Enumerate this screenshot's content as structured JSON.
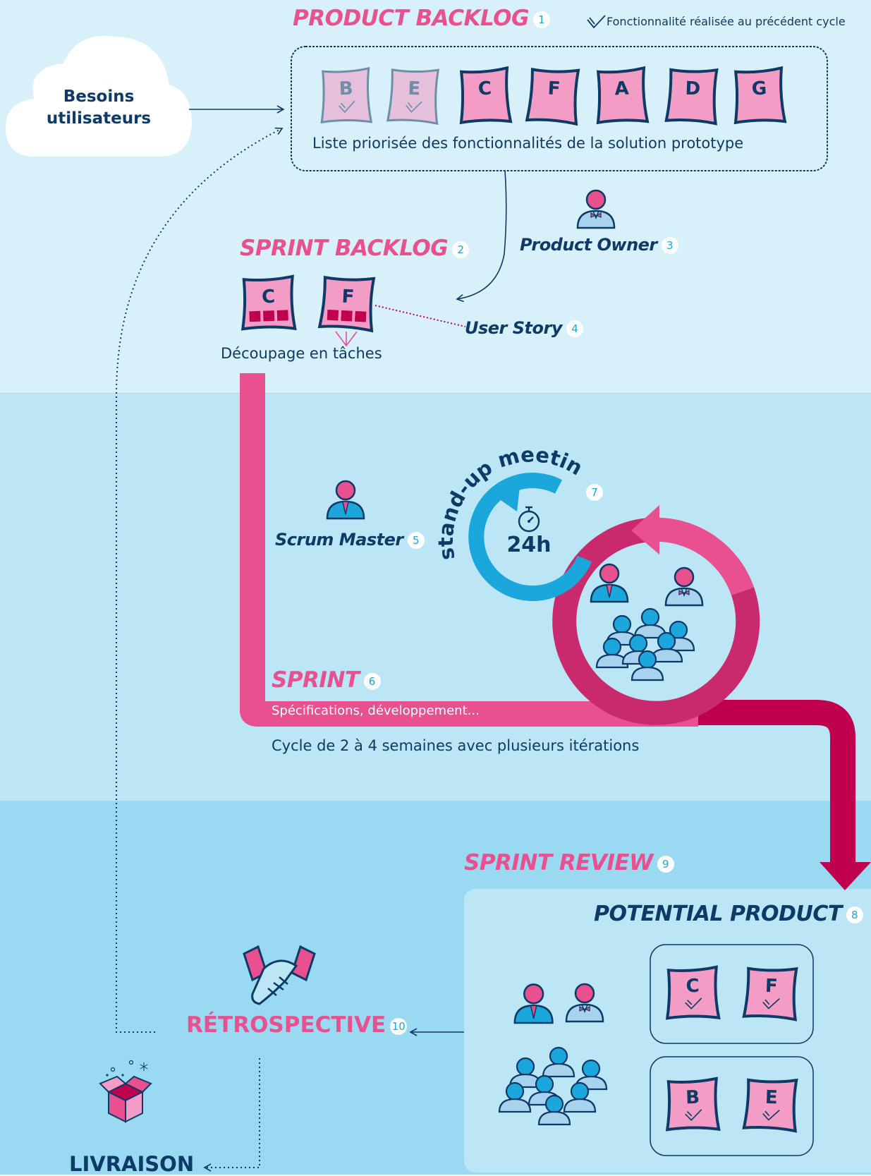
{
  "legend": {
    "text": "Fonctionnalité réalisée au précédent cycle"
  },
  "cloud": {
    "label_line1": "Besoins",
    "label_line2": "utilisateurs"
  },
  "product_backlog": {
    "title": "PRODUCT BACKLOG",
    "number": "1",
    "items": [
      {
        "letter": "B",
        "done": true
      },
      {
        "letter": "E",
        "done": true
      },
      {
        "letter": "C",
        "done": false
      },
      {
        "letter": "F",
        "done": false
      },
      {
        "letter": "A",
        "done": false
      },
      {
        "letter": "D",
        "done": false
      },
      {
        "letter": "G",
        "done": false
      }
    ],
    "caption": "Liste priorisée des fonctionnalités de la solution prototype"
  },
  "product_owner": {
    "label": "Product Owner",
    "number": "3"
  },
  "sprint_backlog": {
    "title": "SPRINT BACKLOG",
    "number": "2",
    "items": [
      "C",
      "F"
    ],
    "caption": "Découpage en tâches"
  },
  "user_story": {
    "label": "User Story",
    "number": "4"
  },
  "scrum_master": {
    "label": "Scrum Master",
    "number": "5"
  },
  "standup": {
    "label": "stand-up meeting",
    "number": "7",
    "duration": "24h"
  },
  "sprint": {
    "title": "SPRINT",
    "number": "6",
    "subtitle": "Spécifications, développement...",
    "caption": "Cycle de 2 à 4 semaines avec plusieurs itérations"
  },
  "sprint_review": {
    "title": "SPRINT REVIEW",
    "number": "9"
  },
  "potential_product": {
    "title": "POTENTIAL PRODUCT",
    "number": "8",
    "group1": [
      "C",
      "F"
    ],
    "group2": [
      "B",
      "E"
    ]
  },
  "retrospective": {
    "label": "RÉTROSPECTIVE",
    "number": "10"
  },
  "livraison": {
    "label": "LIVRAISON"
  },
  "colors": {
    "band_top": "#d8f0fa",
    "band_mid": "#bce6f6",
    "band_bottom": "#99d9f1",
    "pink": "#e8508f",
    "dark_pink": "#c0004f",
    "navy": "#0d3a66",
    "cyan": "#1ba6dc",
    "card_pink": "#f29cc6"
  }
}
